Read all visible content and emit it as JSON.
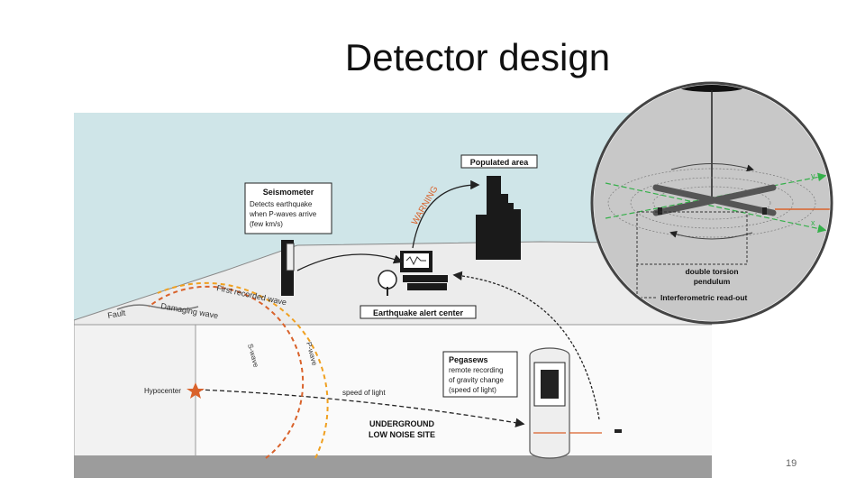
{
  "slide": {
    "title": "Detector design",
    "page_number": "19"
  },
  "diagram": {
    "populated_area": "Populated area",
    "warning": "WARNING",
    "seismometer": {
      "title": "Seismometer",
      "lines": [
        "Detects earthquake",
        "when P-waves arrive",
        "(few km/s)"
      ]
    },
    "first_recorded_wave": "First recorded wave",
    "damaging_wave": "Damaging wave",
    "fault": "Fault",
    "s_wave": "S-wave",
    "p_wave": "P-wave",
    "alert_center": "Earthquake alert center",
    "pegasews": {
      "title": "Pegasews",
      "lines": [
        "remote recording",
        "of gravity change",
        "(speed of light)"
      ]
    },
    "hypocenter": "Hypocenter",
    "speed_of_light": "speed of light",
    "underground": [
      "UNDERGROUND",
      "LOW NOISE SITE"
    ],
    "inset": {
      "axis_y": "y",
      "axis_x": "x",
      "pendulum": [
        "double torsion",
        "pendulum"
      ],
      "readout": "Interferometric read-out"
    },
    "colors": {
      "sky": "#cfe5e8",
      "ground": "#f3f3f3",
      "bedrock": "#9c9c9c",
      "s_wave": "#d9622b",
      "p_wave": "#f0a020",
      "inset_bg": "#c8c8c8",
      "axis_green": "#35b04a"
    }
  }
}
